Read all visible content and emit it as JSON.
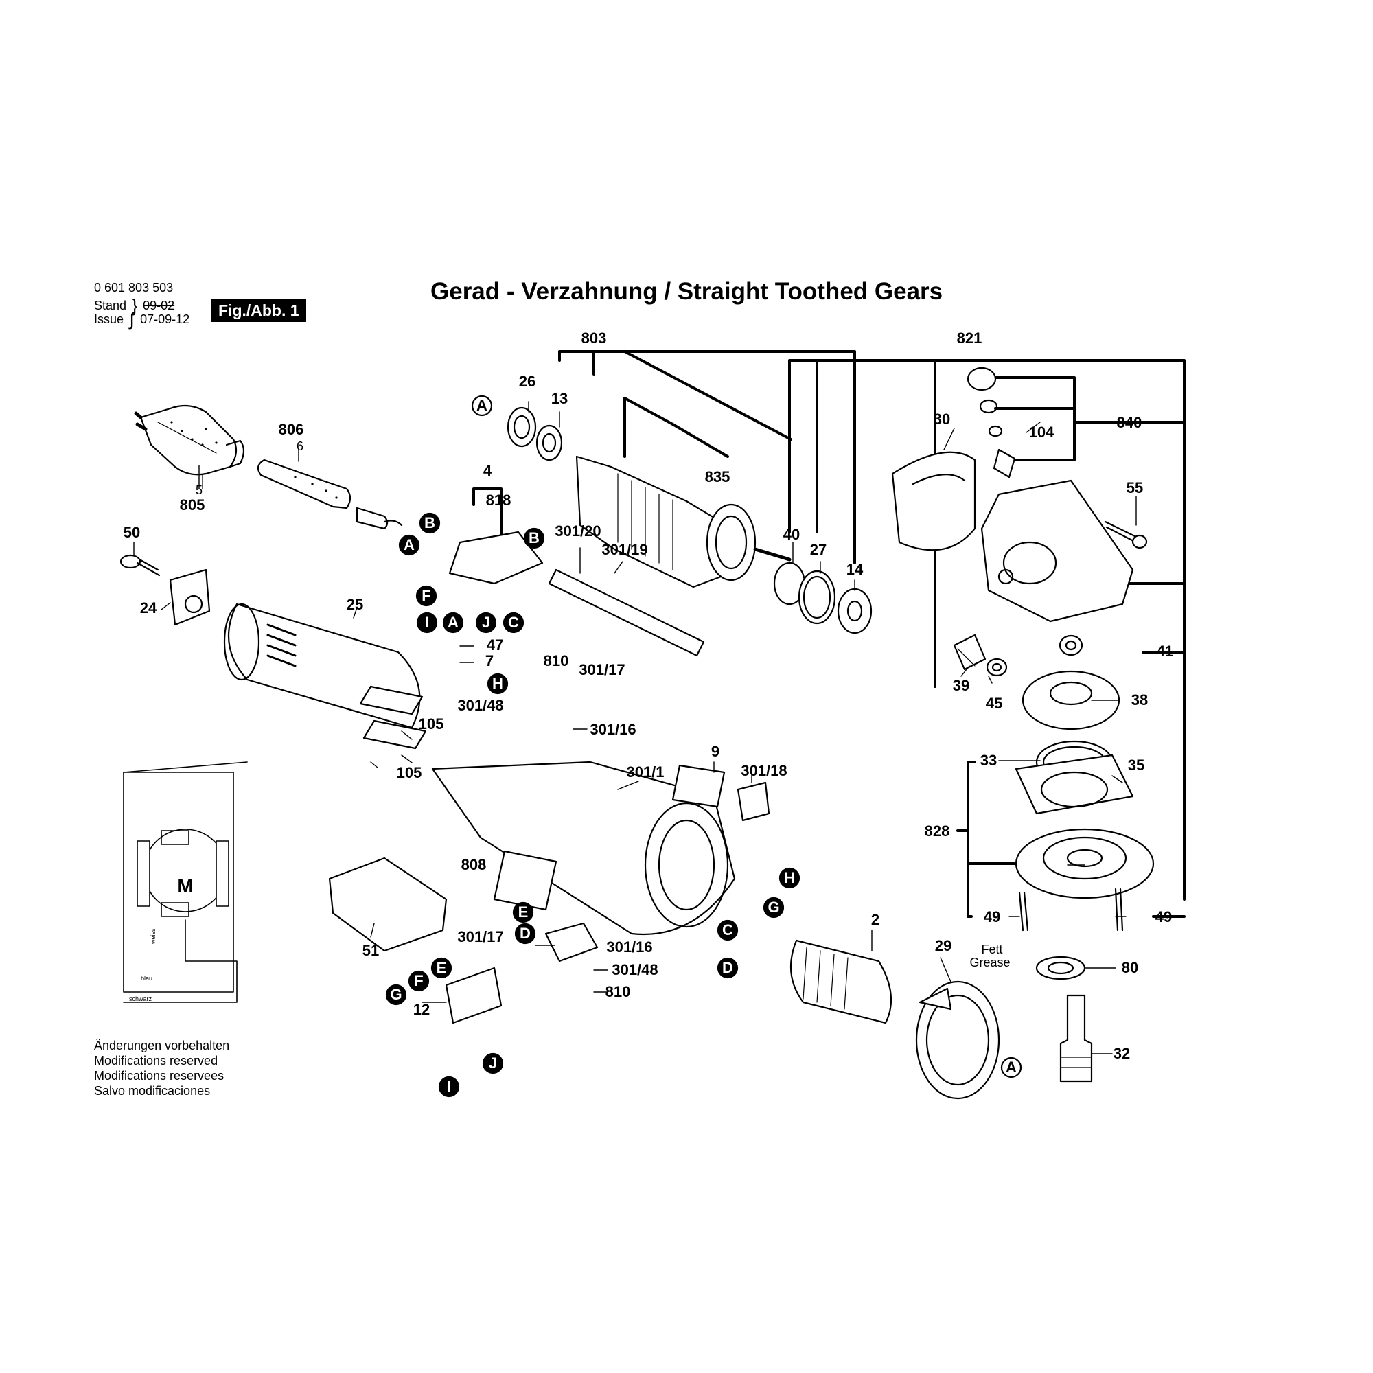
{
  "header": {
    "part_number": "0 601 803 503",
    "stand_label": "Stand",
    "issue_label": "Issue",
    "date_old": "09-02",
    "date_new": "07-09-12",
    "figure_label": "Fig./Abb. 1",
    "title": "Gerad - Verzahnung / Straight Toothed Gears"
  },
  "notes": [
    "Änderungen vorbehalten",
    "Modifications reserved",
    "Modifications reservees",
    "Salvo modificaciones"
  ],
  "grease_label": {
    "line1": "Fett",
    "line2": "Grease"
  },
  "wiring": {
    "motor": "M",
    "wire1": "blau",
    "wire2": "schwarz",
    "wire3": "weiss"
  },
  "part_numbers": [
    "803",
    "821",
    "840",
    "104",
    "835",
    "26",
    "13",
    "30",
    "55",
    "806",
    "6",
    "5",
    "805",
    "4",
    "818",
    "301/20",
    "301/19",
    "40",
    "27",
    "14",
    "50",
    "24",
    "25",
    "47",
    "7",
    "810",
    "301/17",
    "301/48",
    "301/16",
    "105",
    "41",
    "39",
    "45",
    "38",
    "9",
    "301/1",
    "301/18",
    "33",
    "35",
    "828",
    "808",
    "2",
    "51",
    "12",
    "29",
    "80",
    "49",
    "32"
  ],
  "connector_letters": [
    "A",
    "B",
    "C",
    "D",
    "E",
    "F",
    "G",
    "H",
    "I",
    "J"
  ]
}
